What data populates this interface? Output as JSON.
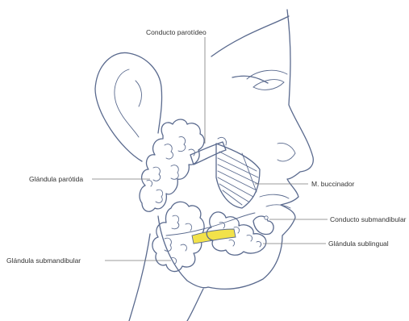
{
  "labels": {
    "conducto_parotideo": "Conducto parotídeo",
    "glandula_parotida": "Glándula parótida",
    "m_buccinador": "M. buccinador",
    "conducto_submandibular": "Conducto submandibular",
    "glandula_sublingual": "Glándula sublingual",
    "glandula_submandibular": "Glándula submandibular"
  },
  "colors": {
    "outline": "#5a6a8e",
    "parotid_fill": "#ffffff",
    "submandibular_fill": "#f0f0b8",
    "sublingual_fill": "#b9dcef",
    "duct_yellow": "#f2e24a"
  }
}
